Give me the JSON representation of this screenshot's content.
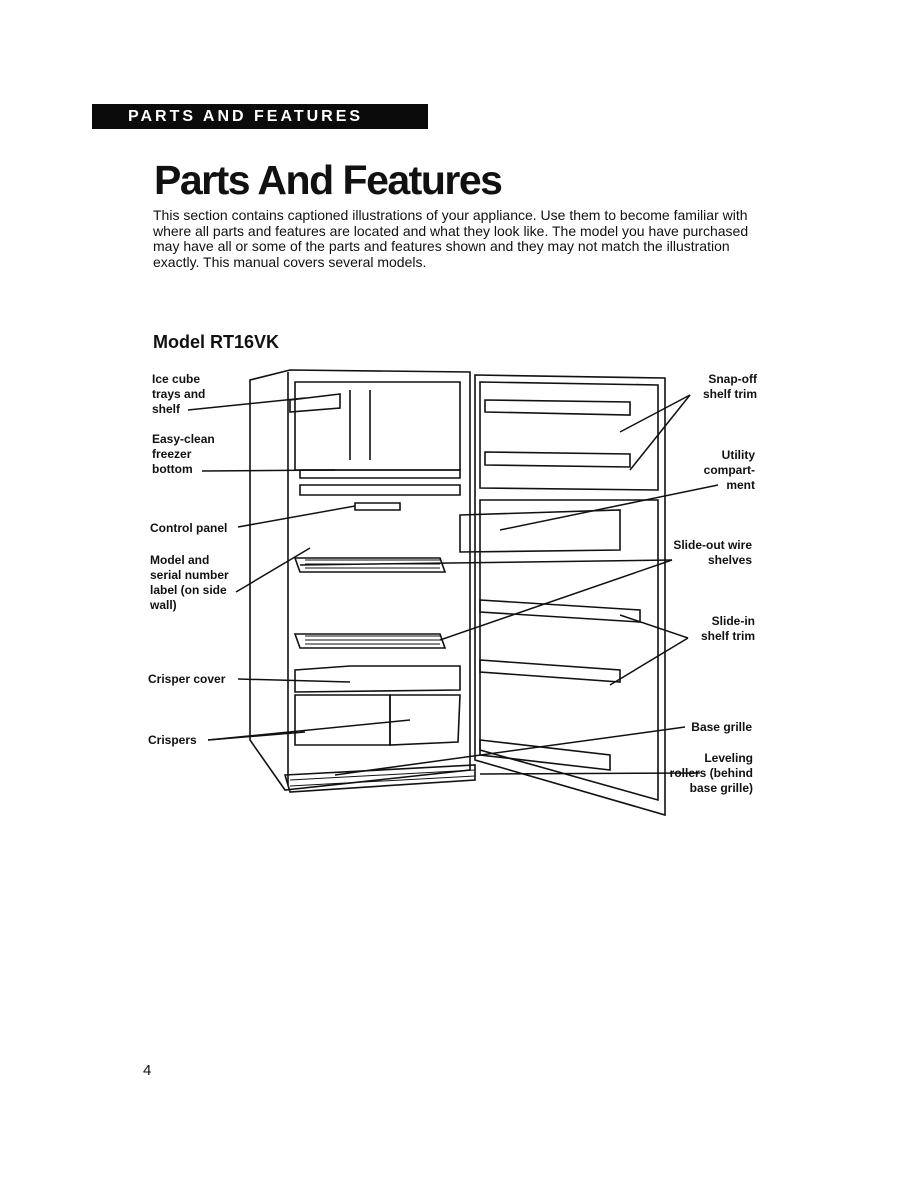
{
  "header": {
    "section_label": "PARTS AND FEATURES"
  },
  "title": "Parts And Features",
  "intro": "This section contains captioned illustrations of your appliance. Use them to become familiar with where all parts and features are located and what they look like. The model you have purchased may have all or some of the parts and features shown and they may not match the illustration exactly. This manual covers several models.",
  "model_heading": "Model RT16VK",
  "callouts": {
    "ice_cube": "Ice cube trays and shelf",
    "easy_clean": "Easy-clean freezer bottom",
    "control_panel": "Control panel",
    "model_label": "Model and serial number label (on side wall)",
    "crisper_cover": "Crisper cover",
    "crispers": "Crispers",
    "snap_off": "Snap-off shelf trim",
    "utility": "Utility compart- ment",
    "slide_out": "Slide-out wire shelves",
    "slide_in": "Slide-in shelf trim",
    "base_grille": "Base grille",
    "leveling": "Leveling rollers (behind base grille)"
  },
  "footer": {
    "page_number": "4"
  }
}
